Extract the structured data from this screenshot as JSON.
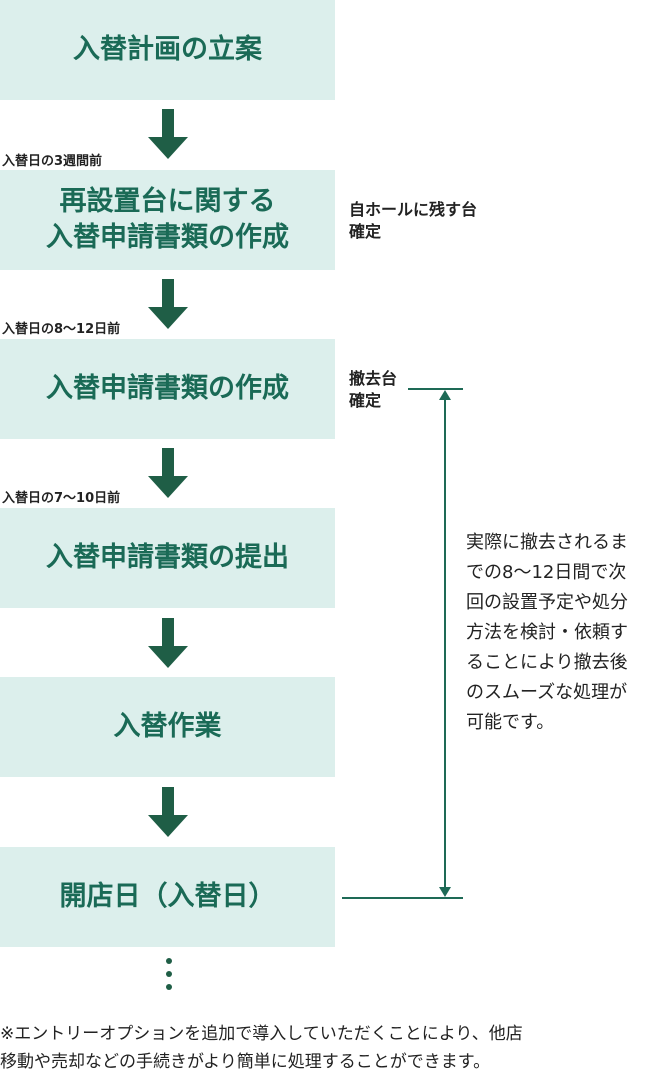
{
  "steps": [
    {
      "line1": "入替計画の立案",
      "line2": ""
    },
    {
      "line1": "再設置台に関する",
      "line2": "入替申請書類の作成"
    },
    {
      "line1": "入替申請書類の作成",
      "line2": ""
    },
    {
      "line1": "入替申請書類の提出",
      "line2": ""
    },
    {
      "line1": "入替作業",
      "line2": ""
    },
    {
      "line1": "開店日（入替日）",
      "line2": ""
    }
  ],
  "timings": [
    "入替日の3週間前",
    "入替日の8〜12日前",
    "入替日の7〜10日前"
  ],
  "side_labels": {
    "remaining": {
      "line1": "自ホールに残す台",
      "line2": "確定"
    },
    "removal": {
      "line1": "撤去台",
      "line2": "確定"
    }
  },
  "note_lines": [
    "実際に撤去されるま",
    "での8〜12日間で次",
    "回の設置予定や処分",
    "方法を検討・依頼す",
    "ることにより撤去後",
    "のスムーズな処理が",
    "可能です。"
  ],
  "footnote_lines": [
    "※エントリーオプションを追加で導入していただくことにより、他店",
    "移動や売却などの手続きがより簡単に処理することができます。"
  ],
  "colors": {
    "box": "#dcefec",
    "box_text": "#1a6a56",
    "arrow": "#1f5e46",
    "line": "#1e6a56"
  }
}
